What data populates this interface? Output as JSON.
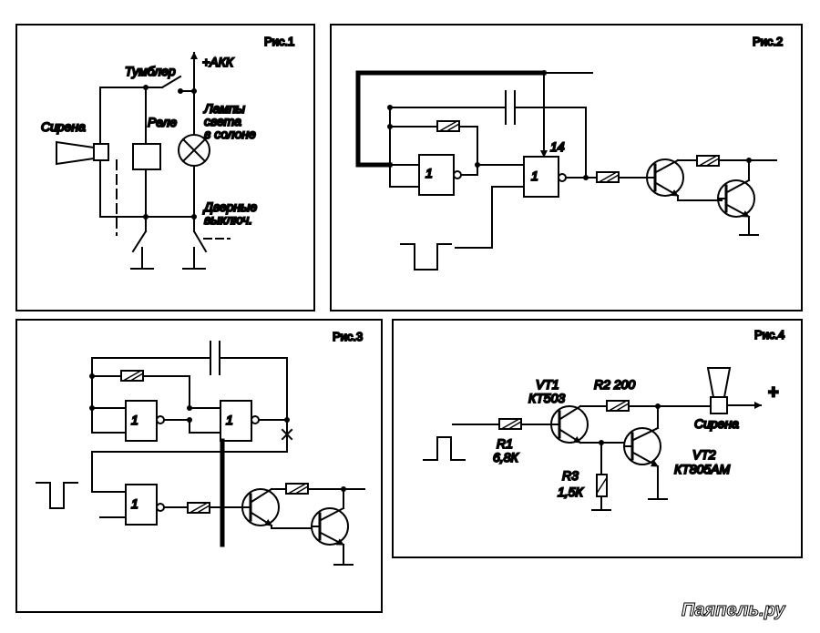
{
  "fig1": {
    "title": "Рис.1",
    "toggle": "Тумблер",
    "battery": "+АКК",
    "siren": "Сирена",
    "relay": "Реле",
    "lamps": [
      "Лампы",
      "света",
      "в солоне"
    ],
    "door": [
      "Дверные",
      "выключ."
    ]
  },
  "fig2": {
    "title": "Рис.2",
    "pin": "14",
    "gate": "1"
  },
  "fig3": {
    "title": "Рис.3",
    "gate": "1"
  },
  "fig4": {
    "title": "Рис.4",
    "vt1": [
      "VT1",
      "КТ503"
    ],
    "r2": "R2 200",
    "siren": "Сирена",
    "plus": "+",
    "r1": [
      "R1",
      "6,8К"
    ],
    "r3": [
      "R3",
      "1,5К"
    ],
    "vt2": [
      "VT2",
      "КТ805АМ"
    ]
  },
  "watermark": "Паяпель.ру"
}
